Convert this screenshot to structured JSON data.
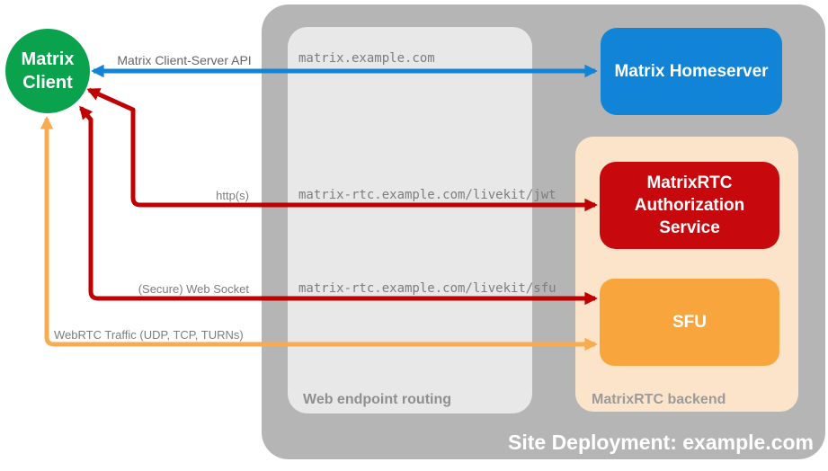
{
  "canvas": {
    "background": "#ffffff"
  },
  "containers": {
    "site": {
      "label": "Site Deployment: example.com",
      "color": "#b5b5b5",
      "label_color": "#ffffff"
    },
    "routing": {
      "label": "Web endpoint routing",
      "color": "#e8e8e8",
      "label_color": "#8f8f8f"
    },
    "backend": {
      "label": "MatrixRTC backend",
      "color": "#fbe4c9",
      "label_color": "#9b9b9b"
    }
  },
  "nodes": {
    "client": {
      "label": "Matrix Client",
      "color": "#0ba24d",
      "text_color": "#ffffff"
    },
    "homeserver": {
      "label": "Matrix Homeserver",
      "color": "#1184d8",
      "text_color": "#ffffff"
    },
    "auth_service": {
      "label": "MatrixRTC Authorization Service",
      "color": "#c7090d",
      "text_color": "#ffffff"
    },
    "sfu": {
      "label": "SFU",
      "color": "#f9a53e",
      "text_color": "#ffffff"
    }
  },
  "endpoints": {
    "homeserver_url": "matrix.example.com",
    "jwt_url": "matrix-rtc.example.com/livekit/jwt",
    "sfu_url": "matrix-rtc.example.com/livekit/sfu"
  },
  "arrows": {
    "client_server_api": {
      "label": "Matrix Client-Server API",
      "color": "#1184d8",
      "from": "Matrix Client",
      "to": "Matrix Homeserver",
      "bidirectional": true
    },
    "https": {
      "label": "http(s)",
      "color": "#c00000",
      "from": "Matrix Client",
      "to": "MatrixRTC Authorization Service",
      "bidirectional": true
    },
    "websocket": {
      "label": "(Secure) Web Socket",
      "color": "#c00000",
      "from": "Matrix Client",
      "to": "SFU",
      "bidirectional": true
    },
    "webrtc": {
      "label": "WebRTC Traffic (UDP, TCP, TURNs)",
      "color": "#f8ac51",
      "from": "Matrix Client",
      "to": "SFU",
      "bidirectional": true
    }
  }
}
